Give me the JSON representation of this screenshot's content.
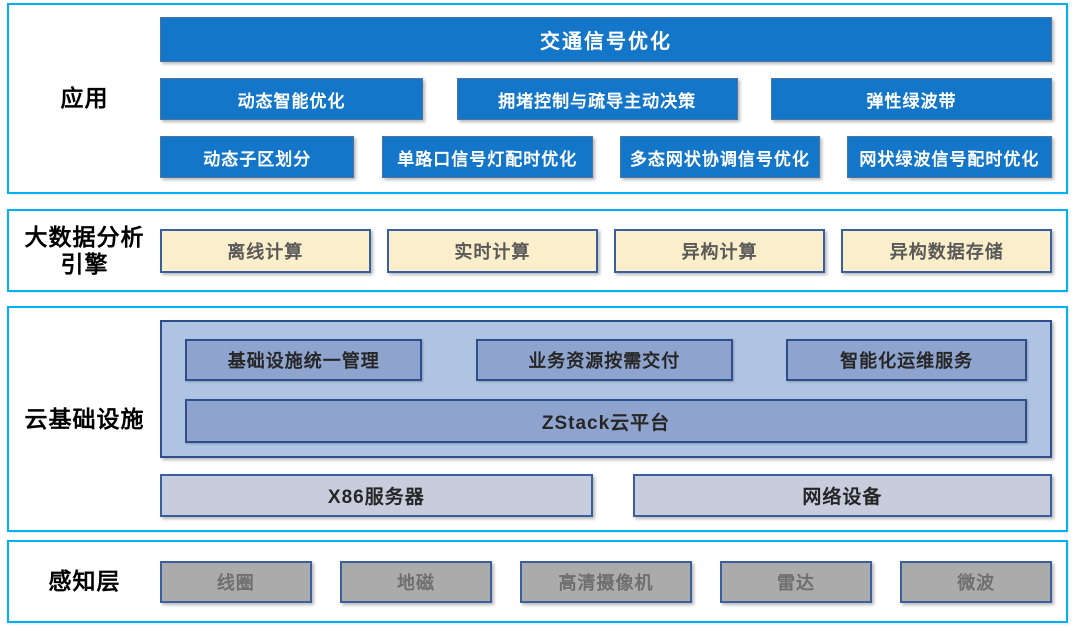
{
  "colors": {
    "band_border": "#00B0F0",
    "app_box_fill": "#1476C8",
    "app_box_text": "#FFFFFF",
    "engine_box_fill": "#FBEECA",
    "engine_box_border": "#3A5F9E",
    "engine_box_text": "#595959",
    "cloud_container_fill": "#AFC3E3",
    "cloud_inner_fill": "#8EA4CE",
    "cloud_border": "#2F4E8C",
    "hardware_box_fill": "#C7CDDC",
    "sensor_box_fill": "#ABABAB",
    "sensor_box_text": "#6F6F6F",
    "label_text": "#000000"
  },
  "layers": [
    {
      "label": "应用",
      "title_box": "交通信号优化",
      "row2": [
        "动态智能优化",
        "拥堵控制与疏导主动决策",
        "弹性绿波带"
      ],
      "row3": [
        "动态子区划分",
        "单路口信号灯配时优化",
        "多态网状协调信号优化",
        "网状绿波信号配时优化"
      ]
    },
    {
      "label": "大数据分析\n引擎",
      "boxes": [
        "离线计算",
        "实时计算",
        "异构计算",
        "异构数据存储"
      ]
    },
    {
      "label": "云基础设施",
      "services": [
        "基础设施统一管理",
        "业务资源按需交付",
        "智能化运维服务"
      ],
      "platform": "ZStack云平台",
      "hardware": [
        "X86服务器",
        "网络设备"
      ]
    },
    {
      "label": "感知层",
      "boxes": [
        "线圈",
        "地磁",
        "高清摄像机",
        "雷达",
        "微波"
      ]
    }
  ]
}
